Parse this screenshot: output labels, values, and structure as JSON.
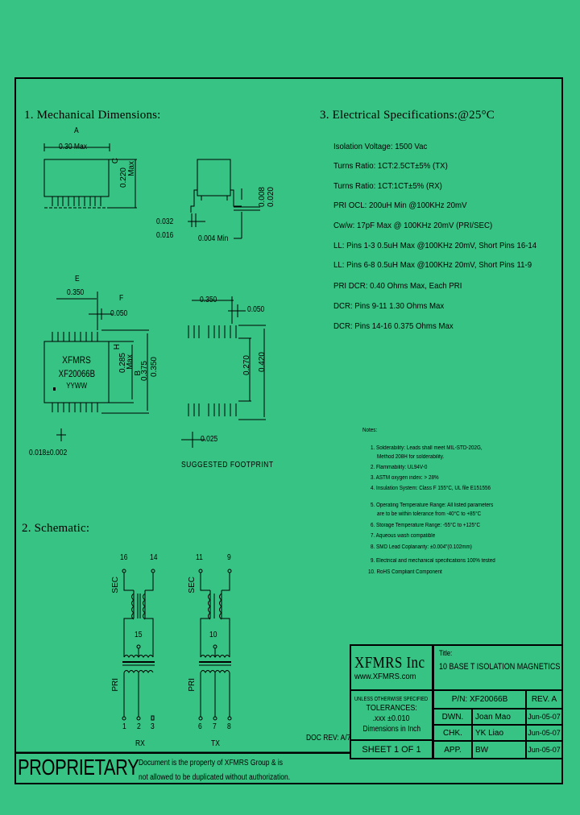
{
  "sections": {
    "mechanical": {
      "title": "1. Mechanical Dimensions:",
      "dims": {
        "a_label": "A",
        "a_value": "0.30 Max",
        "c_label": "C",
        "c_value": "0.220",
        "c_max": "Max",
        "lead_top": "0.032",
        "lead_bottom": "0.016",
        "standoff_min": "0.004 Min",
        "lead_h1": "0.008",
        "lead_h2": "0.020",
        "e_label": "E",
        "e_value": "0.350",
        "f_label": "F",
        "f_value": "0.050",
        "h_label": "H",
        "h_value": "0.285",
        "h_max": "Max",
        "b_label": "B",
        "b_value": "0.375",
        "overall": "0.350",
        "pin_width": "0.018±0.002",
        "fp_width": "0.350",
        "fp_pitch": "0.050",
        "fp_inner": "0.270",
        "fp_outer": "0.420",
        "fp_pad": "0.025",
        "footprint_caption": "SUGGESTED FOOTPRINT"
      },
      "marking": {
        "brand": "XFMRS",
        "part": "XF20066B",
        "date_code": "YYWW"
      }
    },
    "electrical": {
      "title": "3. Electrical Specifications:@25°C",
      "specs": [
        "Isolation Voltage: 1500 Vac",
        "Turns Ratio: 1CT:2.5CT±5% (TX)",
        "Turns Ratio: 1CT:1CT±5% (RX)",
        "PRI OCL: 200uH Min @100KHz 20mV",
        "Cw/w: 17pF Max @ 100KHz 20mV (PRI/SEC)",
        "LL: Pins 1-3 0.5uH Max @100KHz 20mV, Short Pins 16-14",
        "LL: Pins 6-8 0.5uH Max @100KHz 20mV, Short Pins 11-9",
        "PRI DCR: 0.40 Ohms Max, Each PRI",
        "DCR: Pins 9-11 1.30 Ohms Max",
        "DCR: Pins 14-16 0.375 Ohms Max"
      ]
    },
    "notes": {
      "title": "Notes:",
      "items": [
        "1. Solderability: Leads shall meet MIL-STD-202G,",
        "    Method 208H for solderability.",
        "2. Flammability: UL94V-0",
        "3. ASTM oxygen index: > 28%",
        "4. Insulation System: Class F 155°C, UL file E151556",
        "5. Operating Temperature Range: All listed parameters",
        "    are to be within tolerance from -40°C to +85°C",
        "6. Storage Temperature Range: -55°C to +125°C",
        "7. Aqueous wash compatible",
        "8. SMD Lead Coplanarity: ±0.004\"(0.102mm)",
        "9. Electrical and mechanical specifications 100% tested",
        "10. RoHS Compliant Component"
      ]
    },
    "schematic": {
      "title": "2. Schematic:",
      "rx": {
        "label": "RX",
        "sec_label": "SEC",
        "pri_label": "PRI",
        "pins_top": [
          "16",
          "14"
        ],
        "center_tap": "15",
        "pins_bottom": [
          "1",
          "2",
          "3"
        ]
      },
      "tx": {
        "label": "TX",
        "sec_label": "SEC",
        "pri_label": "PRI",
        "pins_top": [
          "11",
          "9"
        ],
        "center_tap": "10",
        "pins_bottom": [
          "6",
          "7",
          "8"
        ]
      }
    }
  },
  "title_block": {
    "company": "XFMRS Inc",
    "website": "www.XFMRS.com",
    "title_label": "Title:",
    "title": "10 BASE T ISOLATION MAGNETICS",
    "unless": "UNLESS OTHERWISE SPECIFIED",
    "tolerances": "TOLERANCES:",
    "tol_value": ".xxx ±0.010",
    "dims_in": "Dimensions in Inch",
    "sheet": "SHEET 1 OF 1",
    "pn": "P/N: XF20066B",
    "rev": "REV. A",
    "doc_rev": "DOC REV: A/7",
    "rows": [
      {
        "role": "DWN.",
        "name": "Joan Mao",
        "date": "Jun-05-07"
      },
      {
        "role": "CHK.",
        "name": "YK Liao",
        "date": "Jun-05-07"
      },
      {
        "role": "APP.",
        "name": "BW",
        "date": "Jun-05-07"
      }
    ],
    "proprietary": "PROPRIETARY",
    "prop_text_1": "Document is the property of XFMRS Group & is",
    "prop_text_2": "not allowed to be duplicated without authorization."
  }
}
